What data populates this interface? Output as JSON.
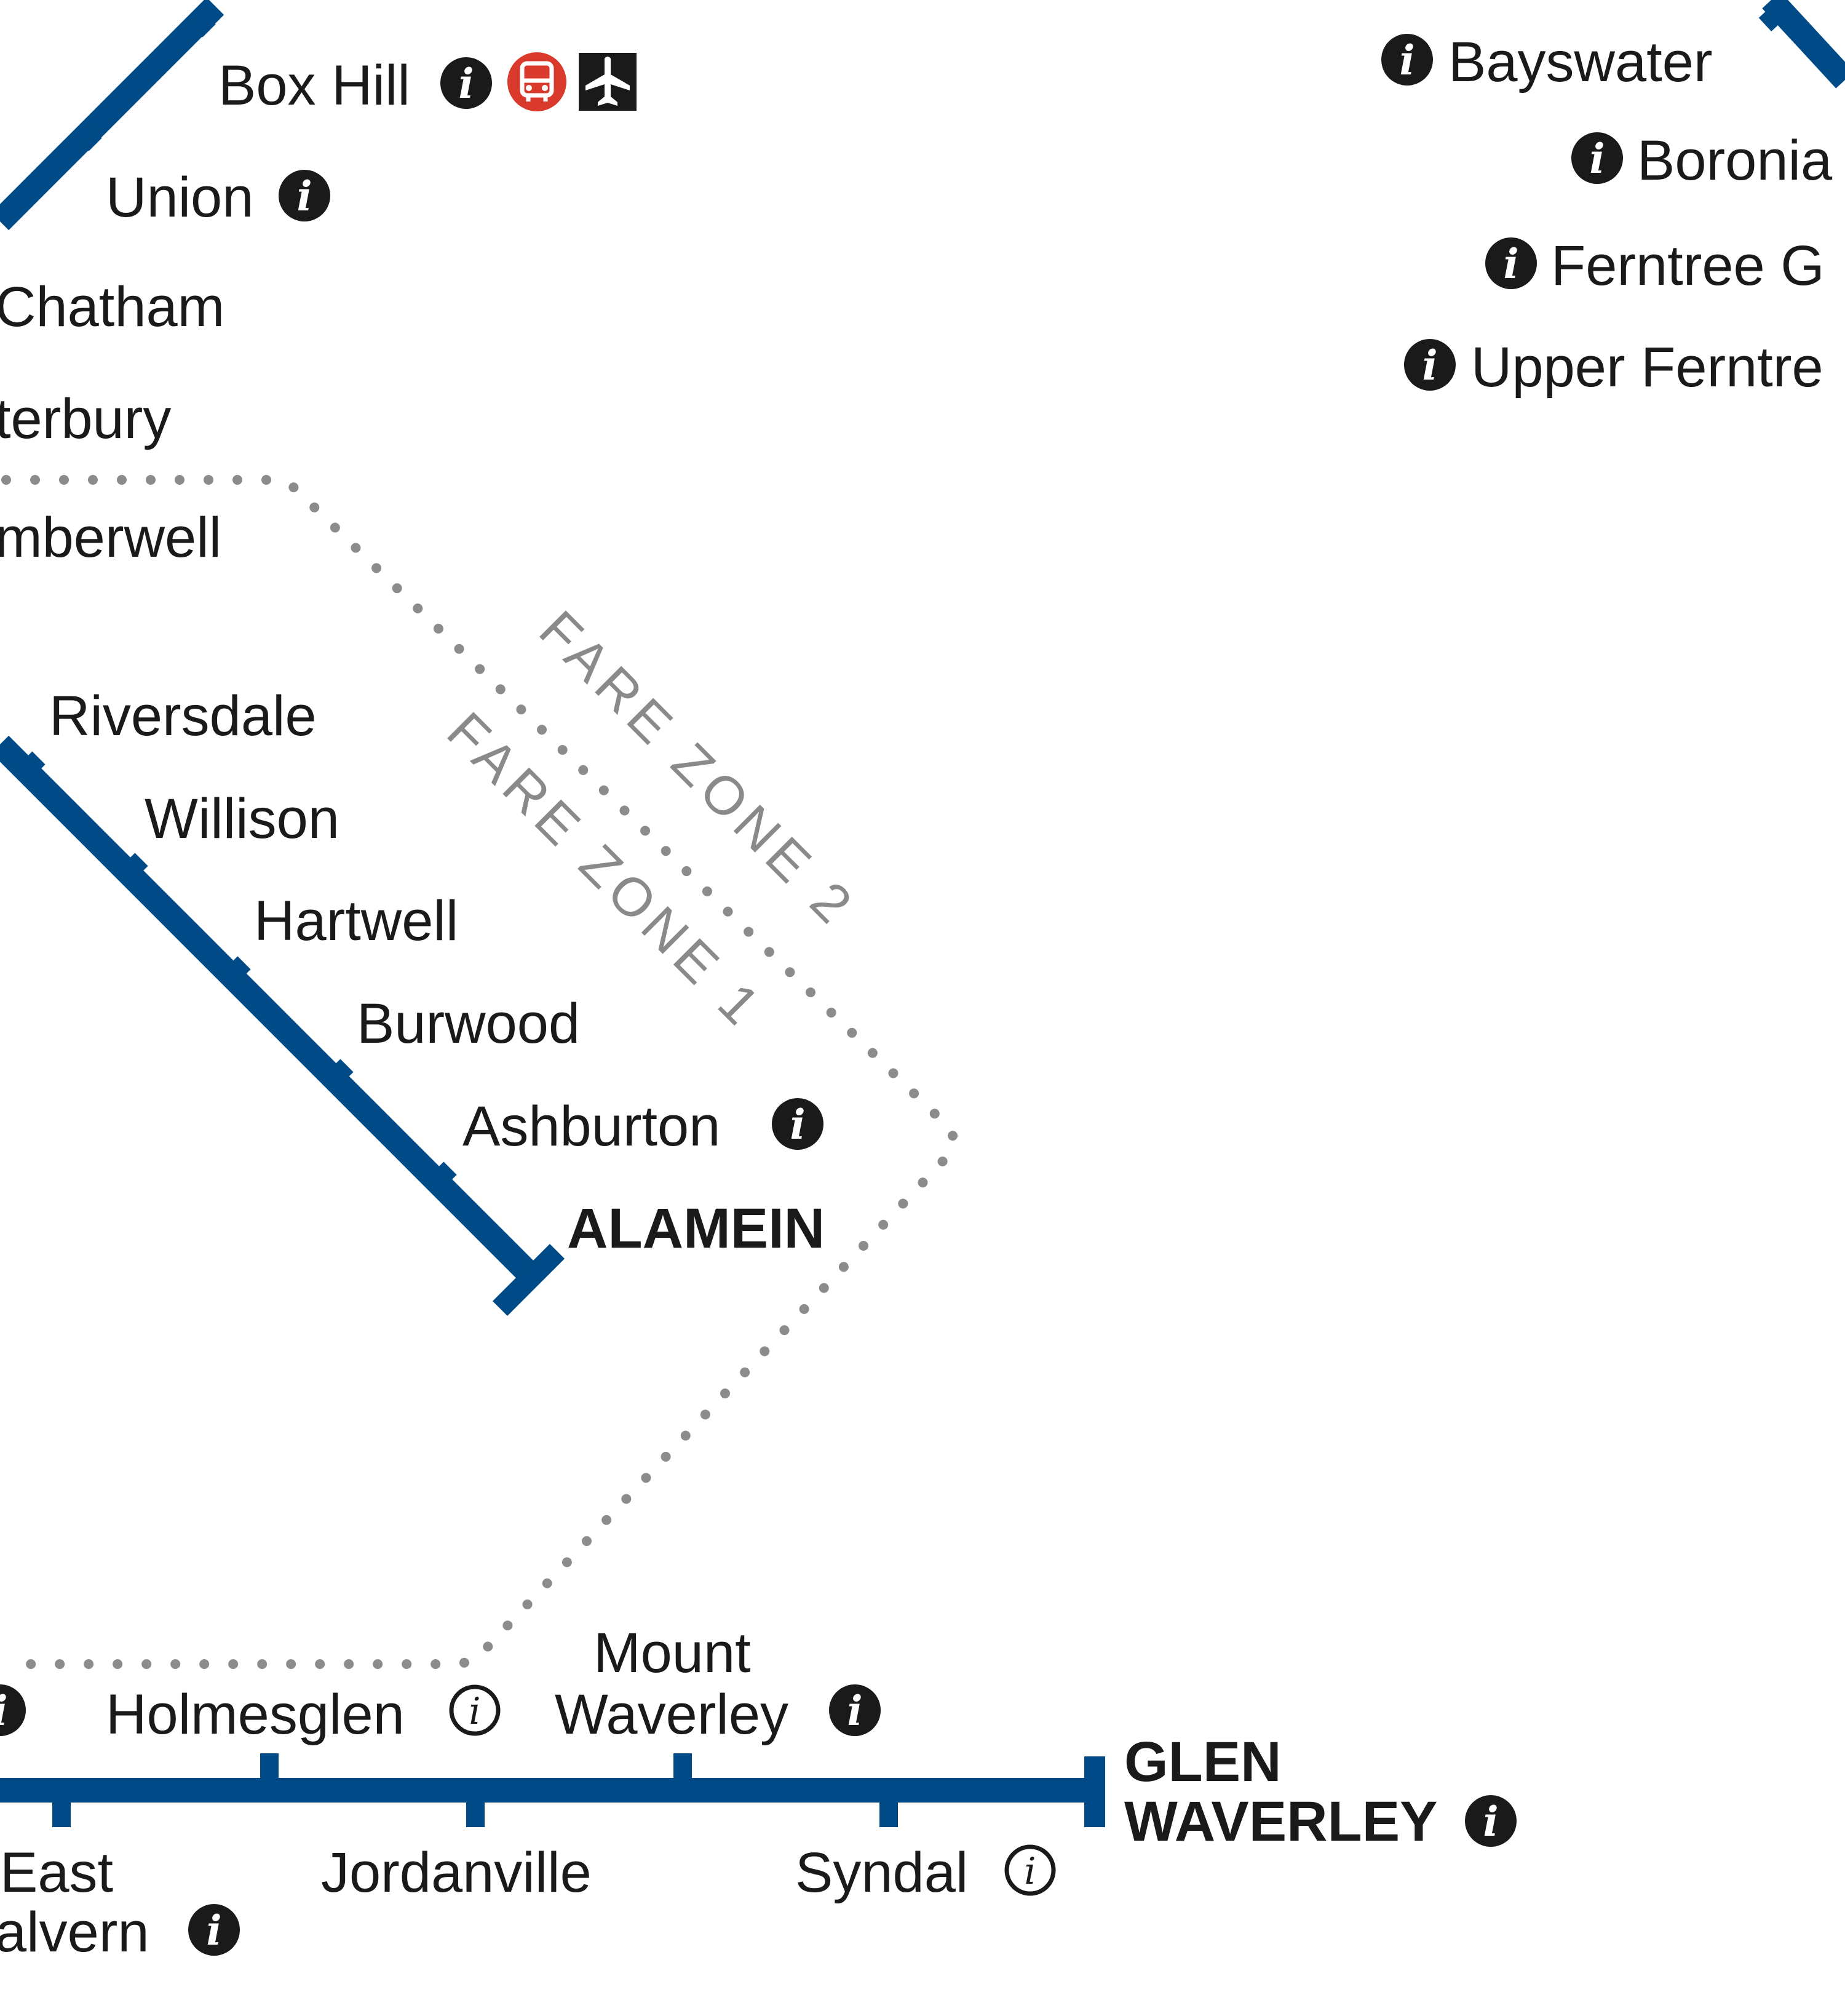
{
  "line_color": "#004b87",
  "zone_color": "#8c8c8c",
  "bus_icon_color": "#d93a2b",
  "stations": {
    "box_hill": "Box Hill",
    "union": "Union",
    "chatham": "Chatham",
    "canterbury": "terbury",
    "camberwell": "mberwell",
    "riversdale": "Riversdale",
    "willison": "Willison",
    "hartwell": "Hartwell",
    "burwood": "Burwood",
    "ashburton": "Ashburton",
    "alamein": "ALAMEIN",
    "bayswater": "Bayswater",
    "boronia": "Boronia",
    "ferntree_gully": "Ferntree G",
    "upper_ferntree_gully": "Upper Ferntre",
    "holmesglen": "Holmesglen",
    "mount_waverley_line1": "Mount",
    "mount_waverley_line2": "Waverley",
    "glen_waverley_line1": "GLEN",
    "glen_waverley_line2": "WAVERLEY",
    "east_malvern_line1": "East",
    "east_malvern_line2": "alvern",
    "jordanville": "Jordanville",
    "syndal": "Syndal"
  },
  "zones": {
    "zone_2": "FARE ZONE 2",
    "zone_1": "FARE ZONE 1"
  },
  "icons": {
    "info_premium": "info-filled-icon",
    "info_host": "info-outline-icon",
    "bus": "bus-interchange-icon",
    "airport": "airport-bus-icon",
    "info_glyph": "i"
  }
}
